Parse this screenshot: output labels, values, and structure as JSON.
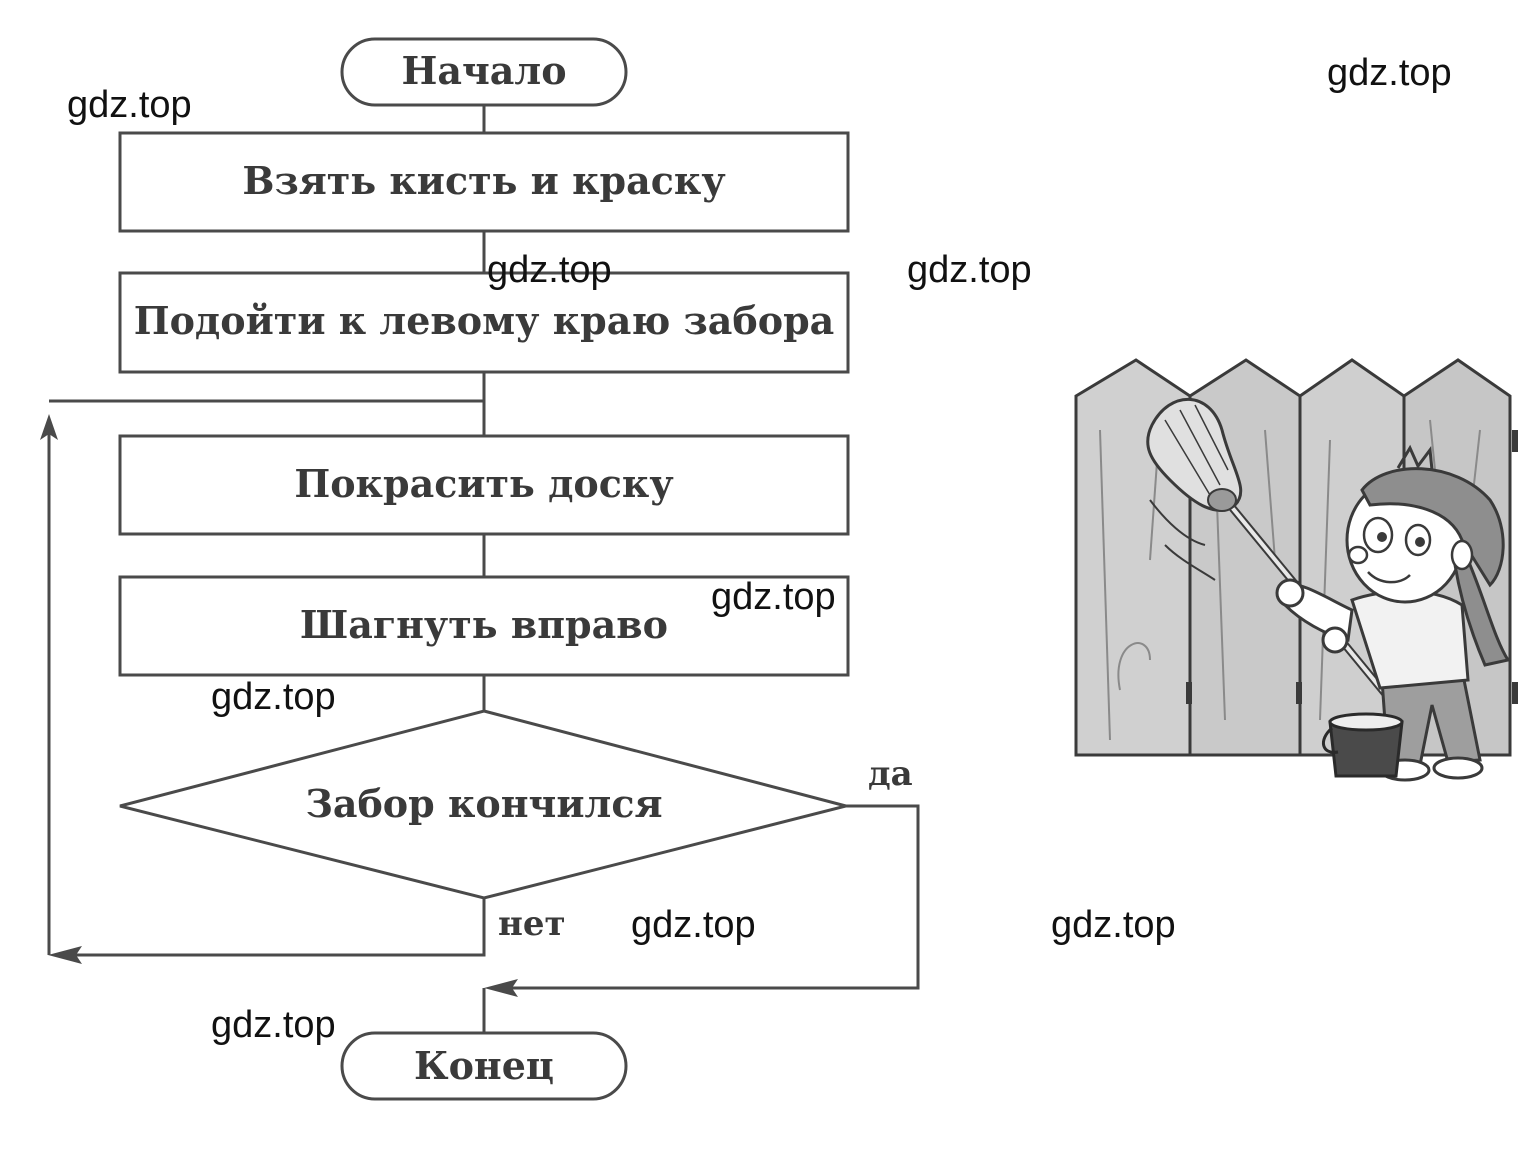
{
  "flowchart": {
    "start": "Начало",
    "steps": [
      "Взять кисть и краску",
      "Подойти к левому краю забора",
      "Покрасить доску",
      "Шагнуть вправо"
    ],
    "decision": "Забор кончился",
    "branch_yes": "да",
    "branch_no": "нет",
    "end": "Конец"
  },
  "watermarks": [
    "gdz.top",
    "gdz.top",
    "gdz.top",
    "gdz.top",
    "gdz.top",
    "gdz.top",
    "gdz.top",
    "gdz.top",
    "gdz.top"
  ],
  "illustration": {
    "subject": "boy-painting-fence",
    "colors": {
      "board": "#cfcfcf",
      "line": "#3a3a3a",
      "bucket": "#4a4a4a"
    }
  }
}
